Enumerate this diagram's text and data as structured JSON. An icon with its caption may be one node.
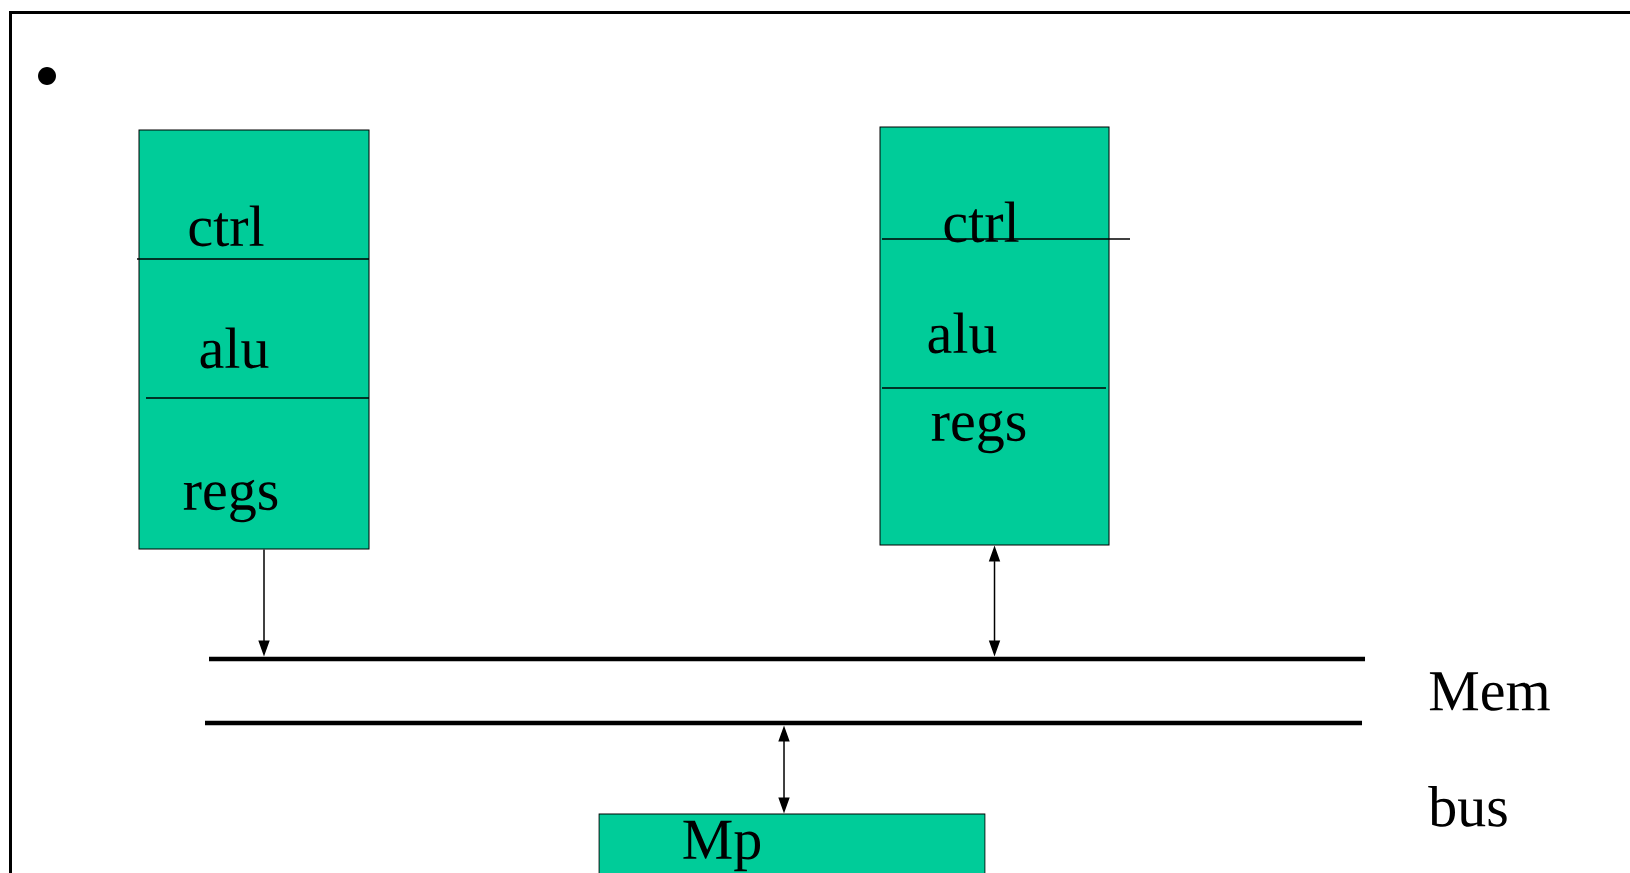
{
  "diagram": {
    "nodes": [
      {
        "text": [
          "ctrl",
          "alu",
          "regs"
        ]
      },
      {
        "text": [
          "ctrl",
          "alu",
          "regs"
        ]
      },
      {
        "text": [],
        "shape": "bar"
      },
      {
        "text": [],
        "shape": "bar"
      },
      {
        "text": [
          "Mp"
        ]
      }
    ],
    "edges": [
      {
        "from": 0,
        "to": 2,
        "arrow": "to"
      },
      {
        "from": 1,
        "to": 2,
        "arrow": "both"
      },
      {
        "from": 3,
        "to": 4,
        "arrow": "both"
      }
    ],
    "labels": [
      "Mem bus"
    ]
  }
}
